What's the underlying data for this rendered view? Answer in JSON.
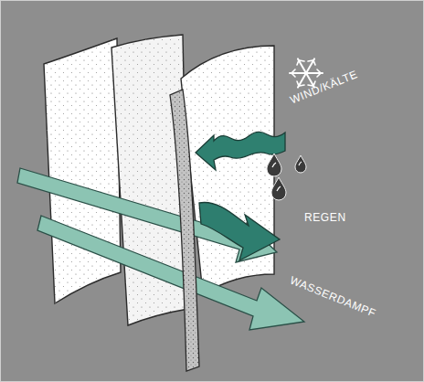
{
  "diagram": {
    "labels": [
      "WIND/KÄLTE",
      "REGEN",
      "WASSERDAMPF"
    ]
  }
}
